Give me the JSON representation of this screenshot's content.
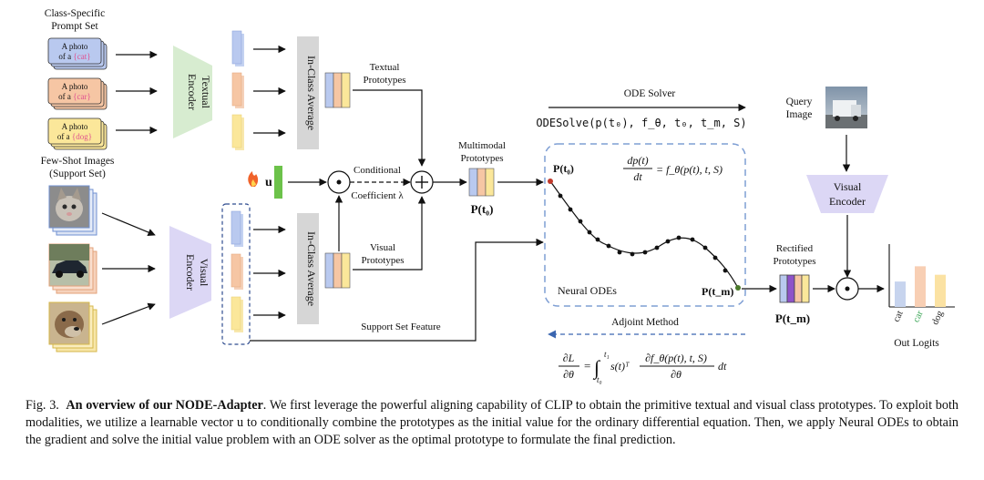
{
  "prompt_set": {
    "title_line1": "Class-Specific",
    "title_line2": "Prompt Set",
    "cards": [
      {
        "line1": "A photo",
        "line2": "of a",
        "cls": "{cat}",
        "color": "#b9c9ef",
        "cls_color": "#e0508f"
      },
      {
        "line1": "A photo",
        "line2": "of a",
        "cls": "{car}",
        "color": "#f6c6a4",
        "cls_color": "#e0508f"
      },
      {
        "line1": "A photo",
        "line2": "of a",
        "cls": "{dog}",
        "color": "#fbe79a",
        "cls_color": "#e0508f"
      }
    ]
  },
  "support_set": {
    "title_line1": "Few-Shot Images",
    "title_line2": "(Support Set)"
  },
  "textual_encoder": {
    "line1": "Textual",
    "line2": "Encoder",
    "color": "#d7ecd0"
  },
  "visual_encoder": {
    "line1": "Visual",
    "line2": "Encoder",
    "color": "#dcd7f5"
  },
  "in_class_avg_top": "In-Class Average",
  "in_class_avg_bottom": "In-Class Average",
  "textual_prototypes": {
    "line1": "Textual",
    "line2": "Prototypes"
  },
  "visual_prototypes": {
    "line1": "Visual",
    "line2": "Prototypes"
  },
  "conditional": {
    "line1": "Conditional",
    "line2": "Coefficient λ"
  },
  "u_label": "u",
  "fire_icon": "fire-icon",
  "multimodal": {
    "line1": "Multimodal",
    "line2": "Prototypes",
    "p_label": "P(t₀)"
  },
  "support_feature": "Support Set Feature",
  "ode_solver": {
    "title": "ODE Solver",
    "formula": "ODESolve(p(t₀), f_θ, t₀, t_m, S)"
  },
  "neural_odes": {
    "label": "Neural ODEs",
    "start_label": "P(t₀)",
    "end_label": "P(t_m)",
    "deriv_num": "dp(t)",
    "deriv_den": "dt",
    "deriv_rhs": "= f_θ(p(t), t, S)"
  },
  "adjoint": {
    "title": "Adjoint Method",
    "lhs_num": "∂L",
    "lhs_den": "∂θ",
    "eq": "=",
    "integral": "∫",
    "upper": "t₁",
    "lower": "t₀",
    "integrand": "s(t)ᵀ",
    "rhs_num": "∂f_θ(p(t), t, S)",
    "rhs_den": "∂θ",
    "dt": "dt"
  },
  "query": {
    "line1": "Query",
    "line2": "Image"
  },
  "visual_encoder_right": {
    "line1": "Visual",
    "line2": "Encoder"
  },
  "rectified": {
    "line1": "Rectified",
    "line2": "Prototypes",
    "p_label": "P(t_m)"
  },
  "out_logits": {
    "title": "Out Logits",
    "bars": [
      {
        "label": "cat",
        "value": 0.45,
        "color": "#c7d4ee",
        "label_color": "#222"
      },
      {
        "label": "car",
        "value": 0.72,
        "color": "#f8cfb4",
        "label_color": "#3aa556"
      },
      {
        "label": "dog",
        "value": 0.57,
        "color": "#fbe2a3",
        "label_color": "#222"
      }
    ]
  },
  "caption": {
    "fig": "Fig. 3.",
    "bold": "An overview of our NODE-Adapter",
    "text": ". We first leverage the powerful aligning capability of CLIP to obtain the primitive textual and visual class prototypes. To exploit both modalities, we utilize a learnable vector u to conditionally combine the prototypes as the initial value for the ordinary differential equation. Then, we apply Neural ODEs to obtain the gradient and solve the initial value problem with an ODE solver as the optimal prototype to formulate the final prediction."
  },
  "colors": {
    "blue": "#b9c9ef",
    "orange": "#f6c6a4",
    "yellow": "#fbe79a",
    "gray_box": "#d6d6d6",
    "dash_blue": "#7f9fd4",
    "green_bar": "#6cc24a"
  }
}
